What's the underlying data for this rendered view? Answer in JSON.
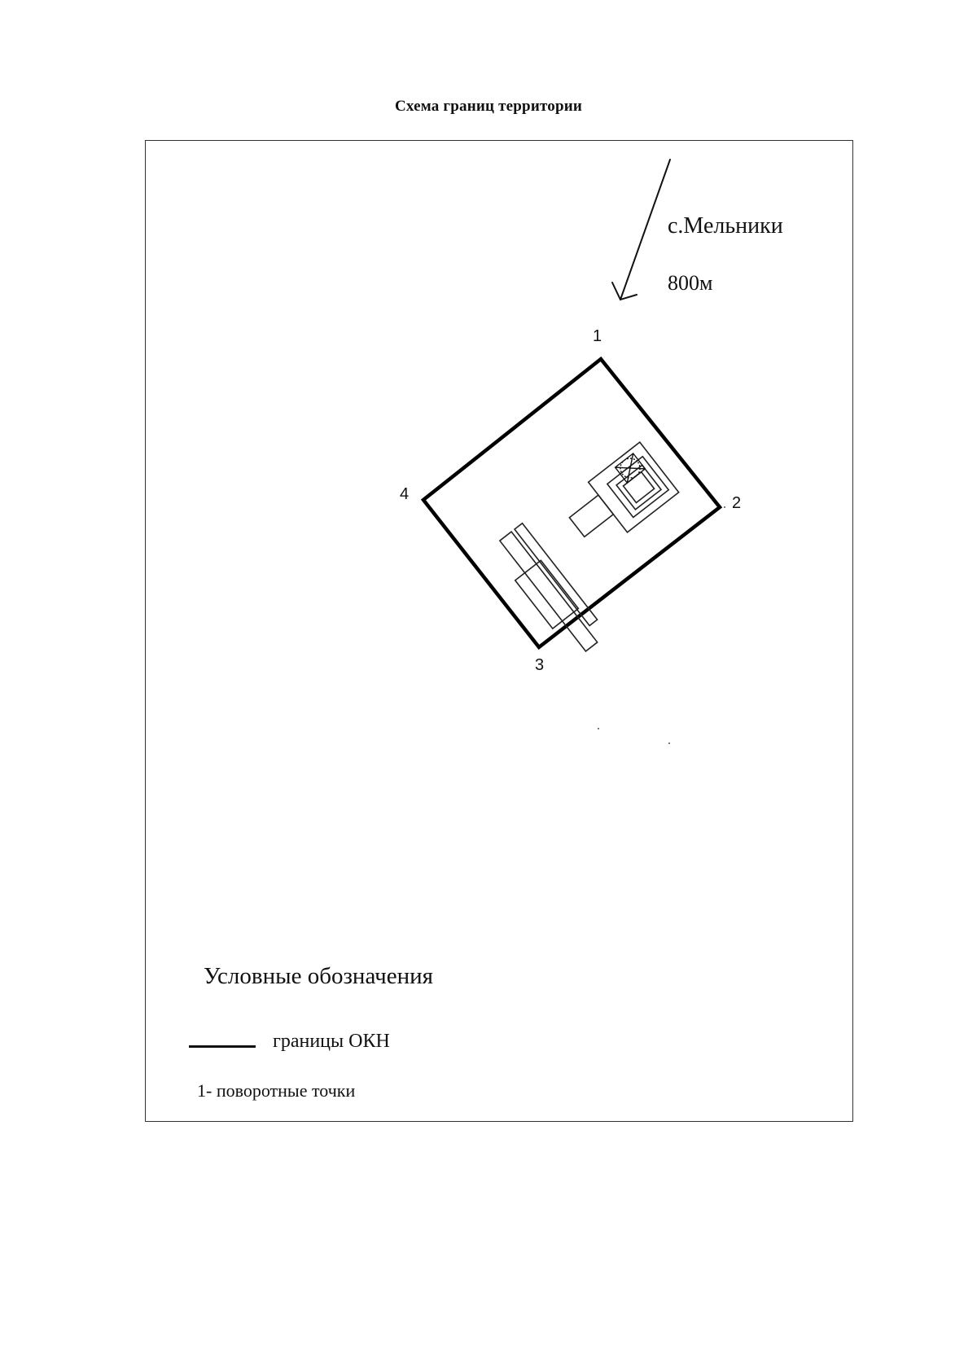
{
  "title": "Схема границ территории",
  "direction": {
    "place": "с.Мельники",
    "distance": "800м"
  },
  "points": {
    "p1": "1",
    "p2": "2",
    "p3": "3",
    "p4": "4"
  },
  "legend": {
    "title": "Условные обозначения",
    "boundary_label": "границы ОКН",
    "points_label": "1- поворотные точки"
  }
}
